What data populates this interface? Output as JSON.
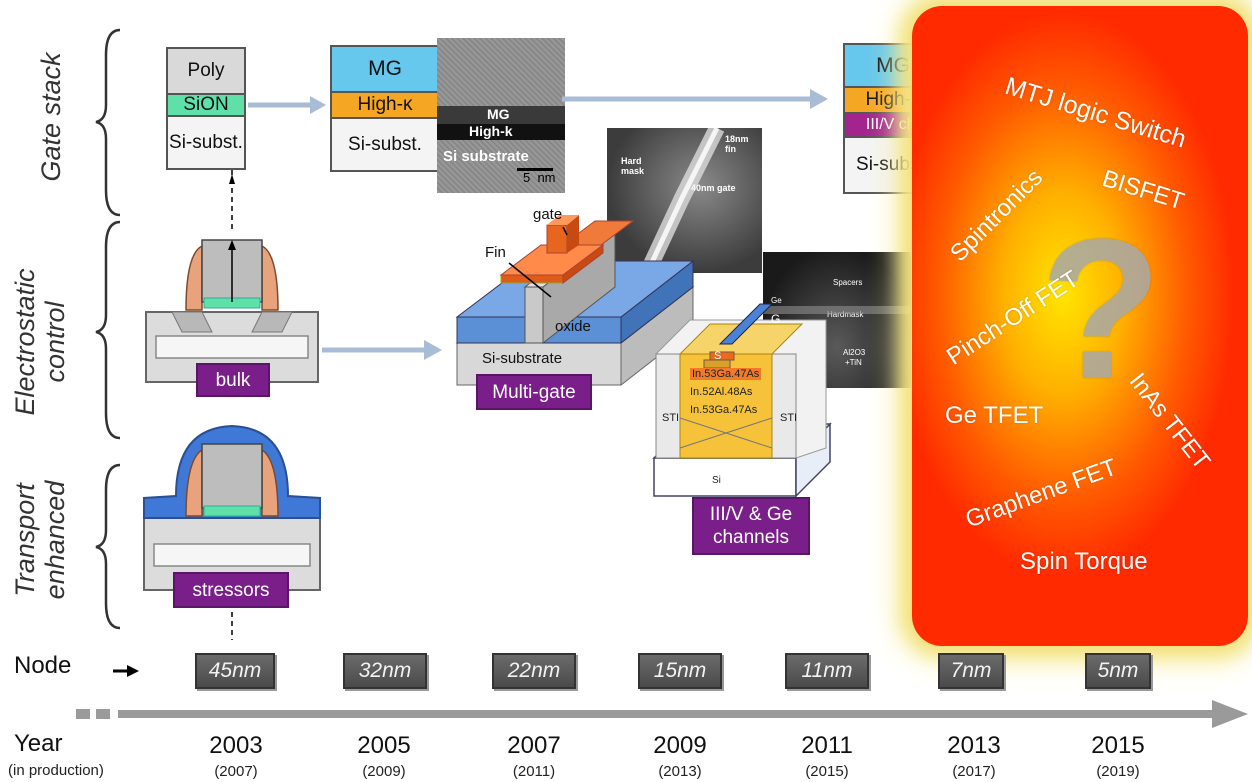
{
  "rows": {
    "gate_stack": "Gate stack",
    "electrostatic_1": "Electrostatic",
    "electrostatic_2": "control",
    "transport_1": "Transport",
    "transport_2": "enhanced"
  },
  "stack1": {
    "poly": "Poly",
    "sion": "SiON",
    "si": "Si-subst."
  },
  "stack2": {
    "mg": "MG",
    "highk": "High-κ",
    "si": "Si-subst."
  },
  "tem": {
    "mg": "MG",
    "highk": "High-k",
    "si": "Si substrate",
    "scale": "5  nm"
  },
  "stack3": {
    "mg": "MG",
    "highk": "High-κ",
    "iiiv": "III/V ch.",
    "si": "Si-subst."
  },
  "sem1": {
    "hardmask_1": "Hard",
    "hardmask_2": "mask",
    "fin_1": "18nm",
    "fin_2": "fin",
    "gate": "40nm gate"
  },
  "finfet": {
    "gate": "gate",
    "fin": "Fin",
    "oxide": "oxide",
    "substrate": "Si-substrate"
  },
  "iiiv": {
    "g": "G",
    "s": "S",
    "l1": "In.53Ga.47As",
    "l2": "In.52Al.48As",
    "l3": "In.53Ga.47As",
    "sti_l": "STI",
    "sti_r": "STI",
    "si": "Si"
  },
  "sem2": {
    "spacers": "Spacers",
    "ge": "Ge",
    "hardmask": "Hardmask",
    "al": "Al2O3",
    "tin": "+TiN"
  },
  "tags": {
    "bulk": "bulk",
    "stressors": "stressors",
    "multigate": "Multi-gate",
    "iiiv_1": "III/V & Ge",
    "iiiv_2": "channels"
  },
  "future": {
    "mtj": "MTJ logic Switch",
    "bisfet": "BISFET",
    "spintronics": "Spintronics",
    "pinchoff": "Pinch-Off FET",
    "question": "?",
    "ge_tfet": "Ge TFET",
    "inas_tfet": "InAs TFET",
    "graphene": "Graphene FET",
    "spin_torque": "Spin Torque"
  },
  "node_label": "Node",
  "nodes": [
    "45nm",
    "32nm",
    "22nm",
    "15nm",
    "11nm",
    "7nm",
    "5nm"
  ],
  "year_label": "Year",
  "year_sub": "(in production)",
  "years": [
    "2003",
    "2005",
    "2007",
    "2009",
    "2011",
    "2013",
    "2015"
  ],
  "production": [
    "(2007)",
    "(2009)",
    "(2011)",
    "(2013)",
    "(2015)",
    "(2017)",
    "(2019)"
  ],
  "colors": {
    "tag_purple": "#7a1f8a",
    "mg_blue": "#66c8ec",
    "highk_orange": "#f5a623",
    "sion_green": "#5ee0a8",
    "iiiv_purple": "#a3248f",
    "arrow_blue": "#a8bcd6"
  }
}
